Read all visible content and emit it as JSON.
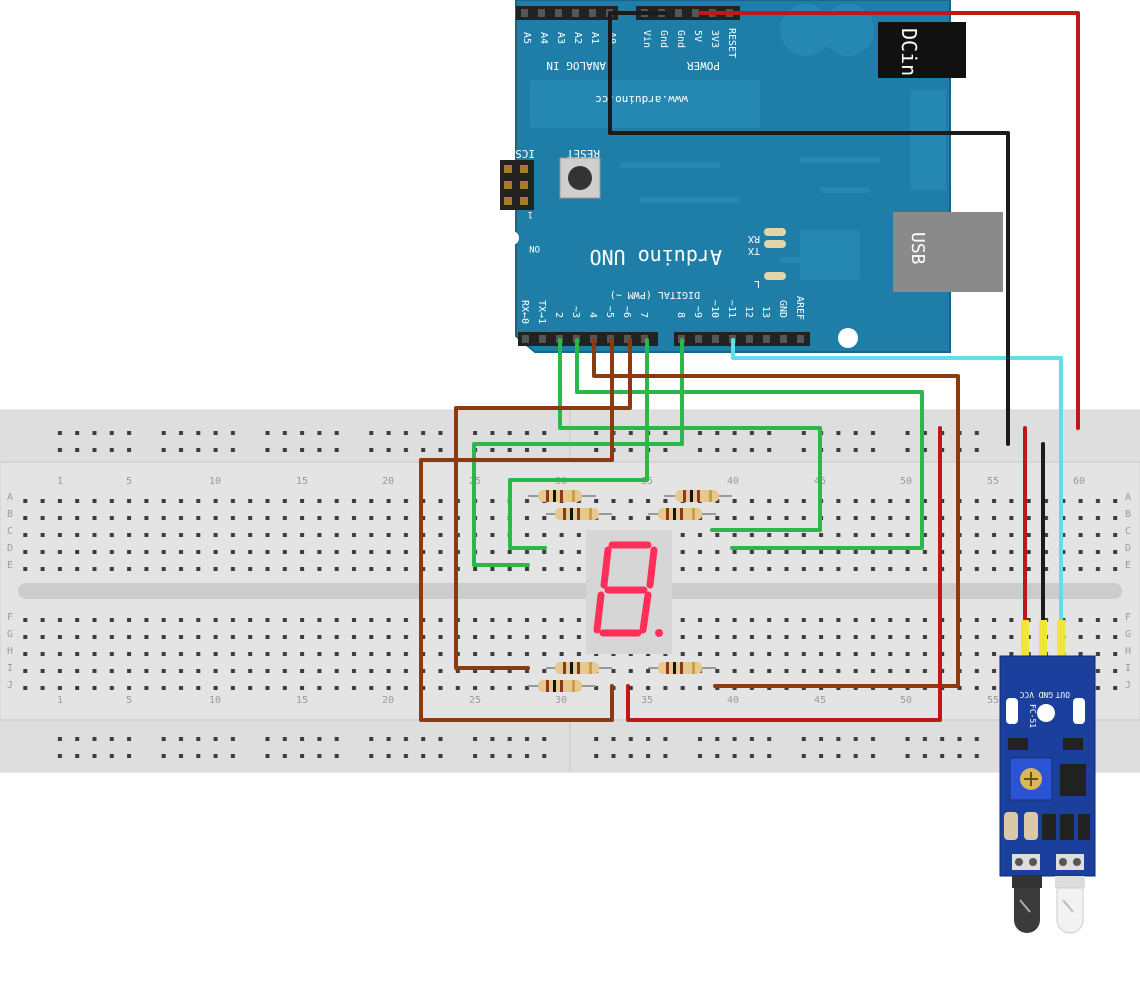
{
  "arduino": {
    "board_name": "Arduino UNO",
    "url": "www.arduino.cc",
    "analog_header": "ANALOG IN",
    "power_header": "POWER",
    "analog_pins": [
      "A5",
      "A4",
      "A3",
      "A2",
      "A1",
      "A0"
    ],
    "power_pins": [
      "Vin",
      "Gnd",
      "Gnd",
      "5V",
      "3V3",
      "RESET"
    ],
    "icsp_label": "ICSP",
    "reset_label": "RESET",
    "on_label": "ON",
    "tx_label": "TX",
    "rx_label": "RX",
    "l_label": "L",
    "dc_label": "DCin",
    "usb_label": "USB",
    "digital_label": "DIGITAL (PWM ~)",
    "digital_pins": [
      "RX←0",
      "TX→1",
      "2",
      "~3",
      "4",
      "~5",
      "~6",
      "7",
      "8",
      "~9",
      "~10",
      "~11",
      "12",
      "13",
      "GND",
      "AREF"
    ],
    "icsp_pin1": "1",
    "colors": {
      "board": "#1f7ea8",
      "board_dark": "#17658a"
    }
  },
  "breadboard": {
    "col_numbers_top": [
      "1",
      "5",
      "10",
      "15",
      "20",
      "25",
      "30",
      "35",
      "40",
      "45",
      "50",
      "55",
      "60"
    ],
    "col_numbers_bottom": [
      "1",
      "5",
      "10",
      "15",
      "20",
      "25",
      "30",
      "35",
      "40",
      "45",
      "50",
      "55"
    ],
    "rows_top": [
      "A",
      "B",
      "C",
      "D",
      "E"
    ],
    "rows_bottom": [
      "F",
      "G",
      "H",
      "I",
      "J"
    ]
  },
  "ir_sensor": {
    "pins": [
      "OUT",
      "GND",
      "VCC"
    ],
    "model": "FC-51"
  },
  "wire_colors": {
    "green": "#2bb84a",
    "brown": "#8a3b12",
    "red": "#c01818",
    "black": "#1b1b1b",
    "cyan": "#5fe0e8"
  }
}
